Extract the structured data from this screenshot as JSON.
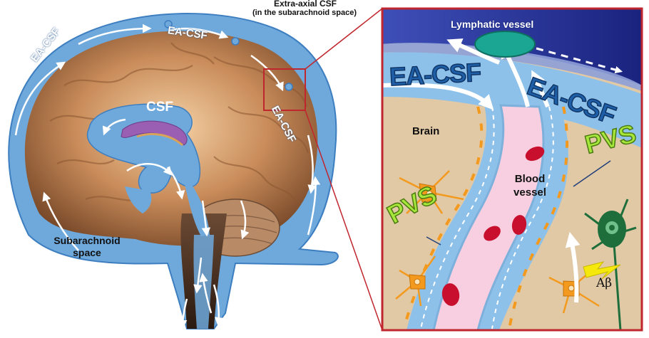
{
  "labels": {
    "extra_axial_title": "Extra-axial CSF",
    "extra_axial_sub": "(in the subarachnoid space)",
    "ea_csf_brain_left": "EA-CSF",
    "ea_csf_brain_top": "EA-CSF",
    "ea_csf_brain_right": "EA-CSF",
    "csf": "CSF",
    "subarachnoid_line1": "Subarachnoid",
    "subarachnoid_line2": "space",
    "lymphatic_vessel": "Lymphatic vessel",
    "ea_csf_inset_left": "EA-CSF",
    "ea_csf_inset_right": "EA-CSF",
    "brain": "Brain",
    "blood_vessel_line1": "Blood",
    "blood_vessel_line2": "vessel",
    "pvs_left": "PVS",
    "pvs_right": "PVS",
    "amyloid_beta": "Aβ"
  },
  "colors": {
    "csf_blue": "#6fa9dc",
    "inset_frame": "#c0262d",
    "dura_dark": "#1f2a8c",
    "brain_tissue": "#e2c9a5",
    "blood_pink": "#f7cfe0",
    "rbc_red": "#c8102e",
    "lymphatic_teal": "#1aa692",
    "pvs_green": "#a7e63b",
    "astrocyte_orange": "#f39a1e",
    "neuron_green": "#1e6e3c",
    "amyloid_yellow": "#f5e80c"
  },
  "icons": {
    "flow_arrow": "arrow-icon",
    "amyloid": "lightning-icon"
  }
}
